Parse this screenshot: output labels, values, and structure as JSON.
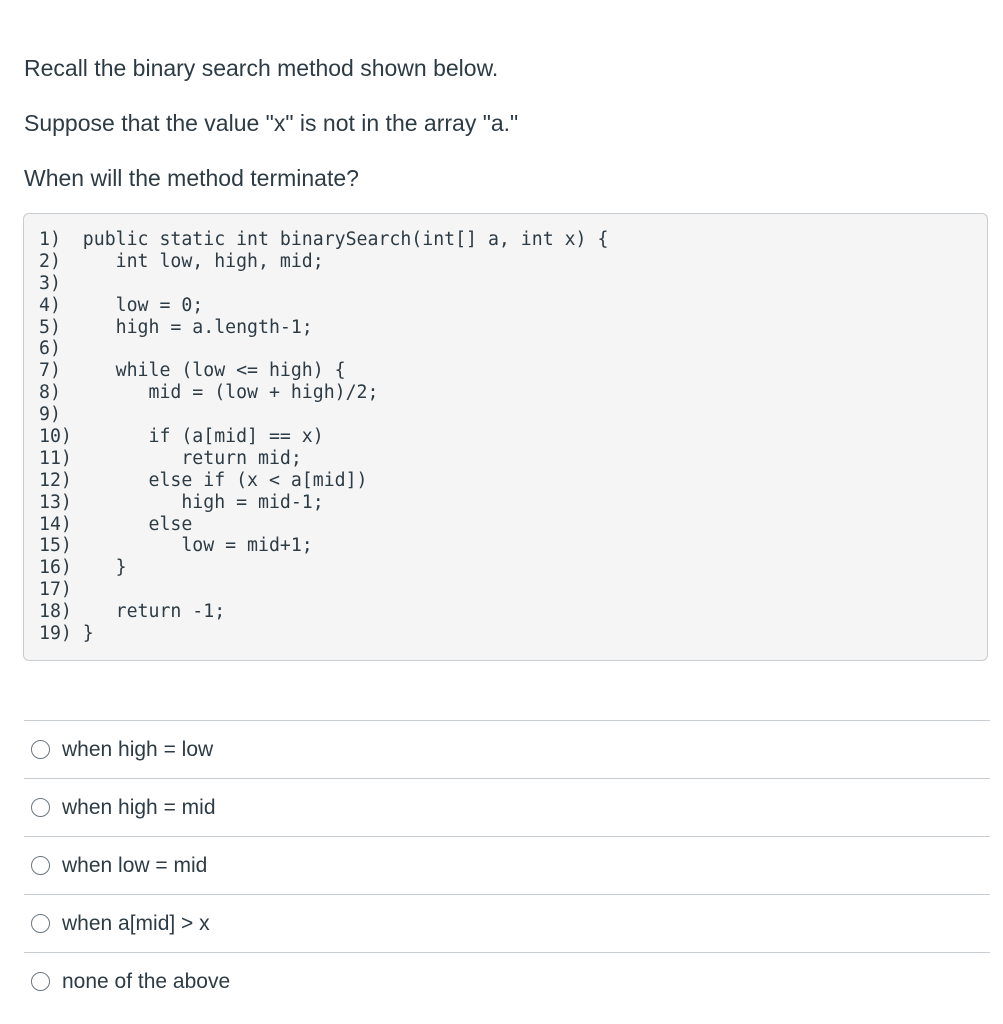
{
  "question": {
    "lines": [
      "Recall the binary search method shown below.",
      "Suppose that the value \"x\" is not in the array \"a.\"",
      "When will the method terminate?"
    ]
  },
  "code": {
    "lines": [
      "1)  public static int binarySearch(int[] a, int x) {",
      "2)     int low, high, mid;",
      "3)",
      "4)     low = 0;",
      "5)     high = a.length-1;",
      "6)",
      "7)     while (low <= high) {",
      "8)        mid = (low + high)/2;",
      "9)",
      "10)       if (a[mid] == x)",
      "11)          return mid;",
      "12)       else if (x < a[mid])",
      "13)          high = mid-1;",
      "14)       else",
      "15)          low = mid+1;",
      "16)    }",
      "17)",
      "18)    return -1;",
      "19) }"
    ]
  },
  "answers": [
    {
      "label": "when high = low"
    },
    {
      "label": "when high = mid"
    },
    {
      "label": "when low = mid"
    },
    {
      "label": "when a[mid] > x"
    },
    {
      "label": "none of the above"
    }
  ]
}
